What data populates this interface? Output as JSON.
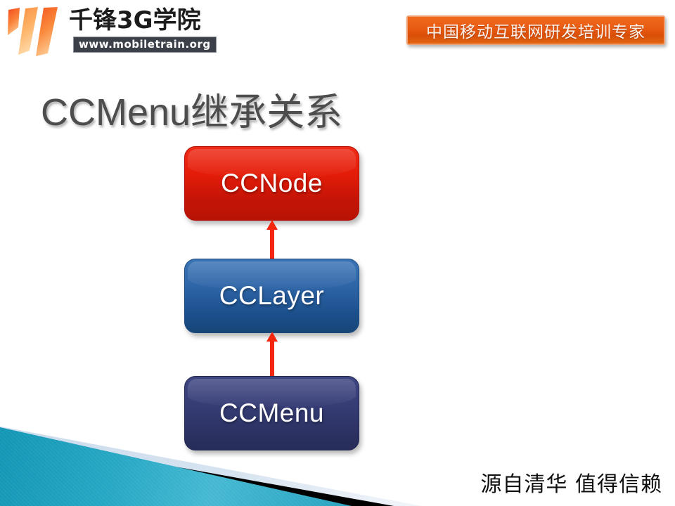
{
  "slide": {
    "title": "CCMenu继承关系",
    "background_color": "#ffffff"
  },
  "logo": {
    "mark_name": "qianfeng-w-swoosh-icon",
    "wordmark": "千锋3G学院",
    "url": "www.mobiletrain.org",
    "mark_colors": [
      "#f4521e",
      "#fb8a3c",
      "#fdb36a"
    ],
    "url_bar_color": "#3b4049"
  },
  "header": {
    "banner_text": "中国移动互联网研发培训专家",
    "banner_color": "#e85a12",
    "banner_border_color": "#f0a070",
    "banner_text_color": "#fdf3ec"
  },
  "diagram": {
    "type": "inheritance-hierarchy",
    "nodes": [
      {
        "id": "ccnode",
        "label": "CCNode",
        "color": "#e31c08",
        "level": 0
      },
      {
        "id": "cclayer",
        "label": "CCLayer",
        "color": "#2f66a8",
        "level": 1
      },
      {
        "id": "ccmenu",
        "label": "CCMenu",
        "color": "#373e77",
        "level": 2
      }
    ],
    "edges": [
      {
        "from": "cclayer",
        "to": "ccnode",
        "style": "arrow-up",
        "color": "#f4260e"
      },
      {
        "from": "ccmenu",
        "to": "cclayer",
        "style": "arrow-up",
        "color": "#f4260e"
      }
    ],
    "arrow_color": "#f4260e",
    "label_color": "#ffffff"
  },
  "decoration": {
    "teal_color": "#27a8c4",
    "stripe_color": "#000000",
    "light_wedge_color": "#d6e3f0"
  },
  "footer": {
    "text": "源自清华 值得信赖",
    "color": "#101010"
  }
}
